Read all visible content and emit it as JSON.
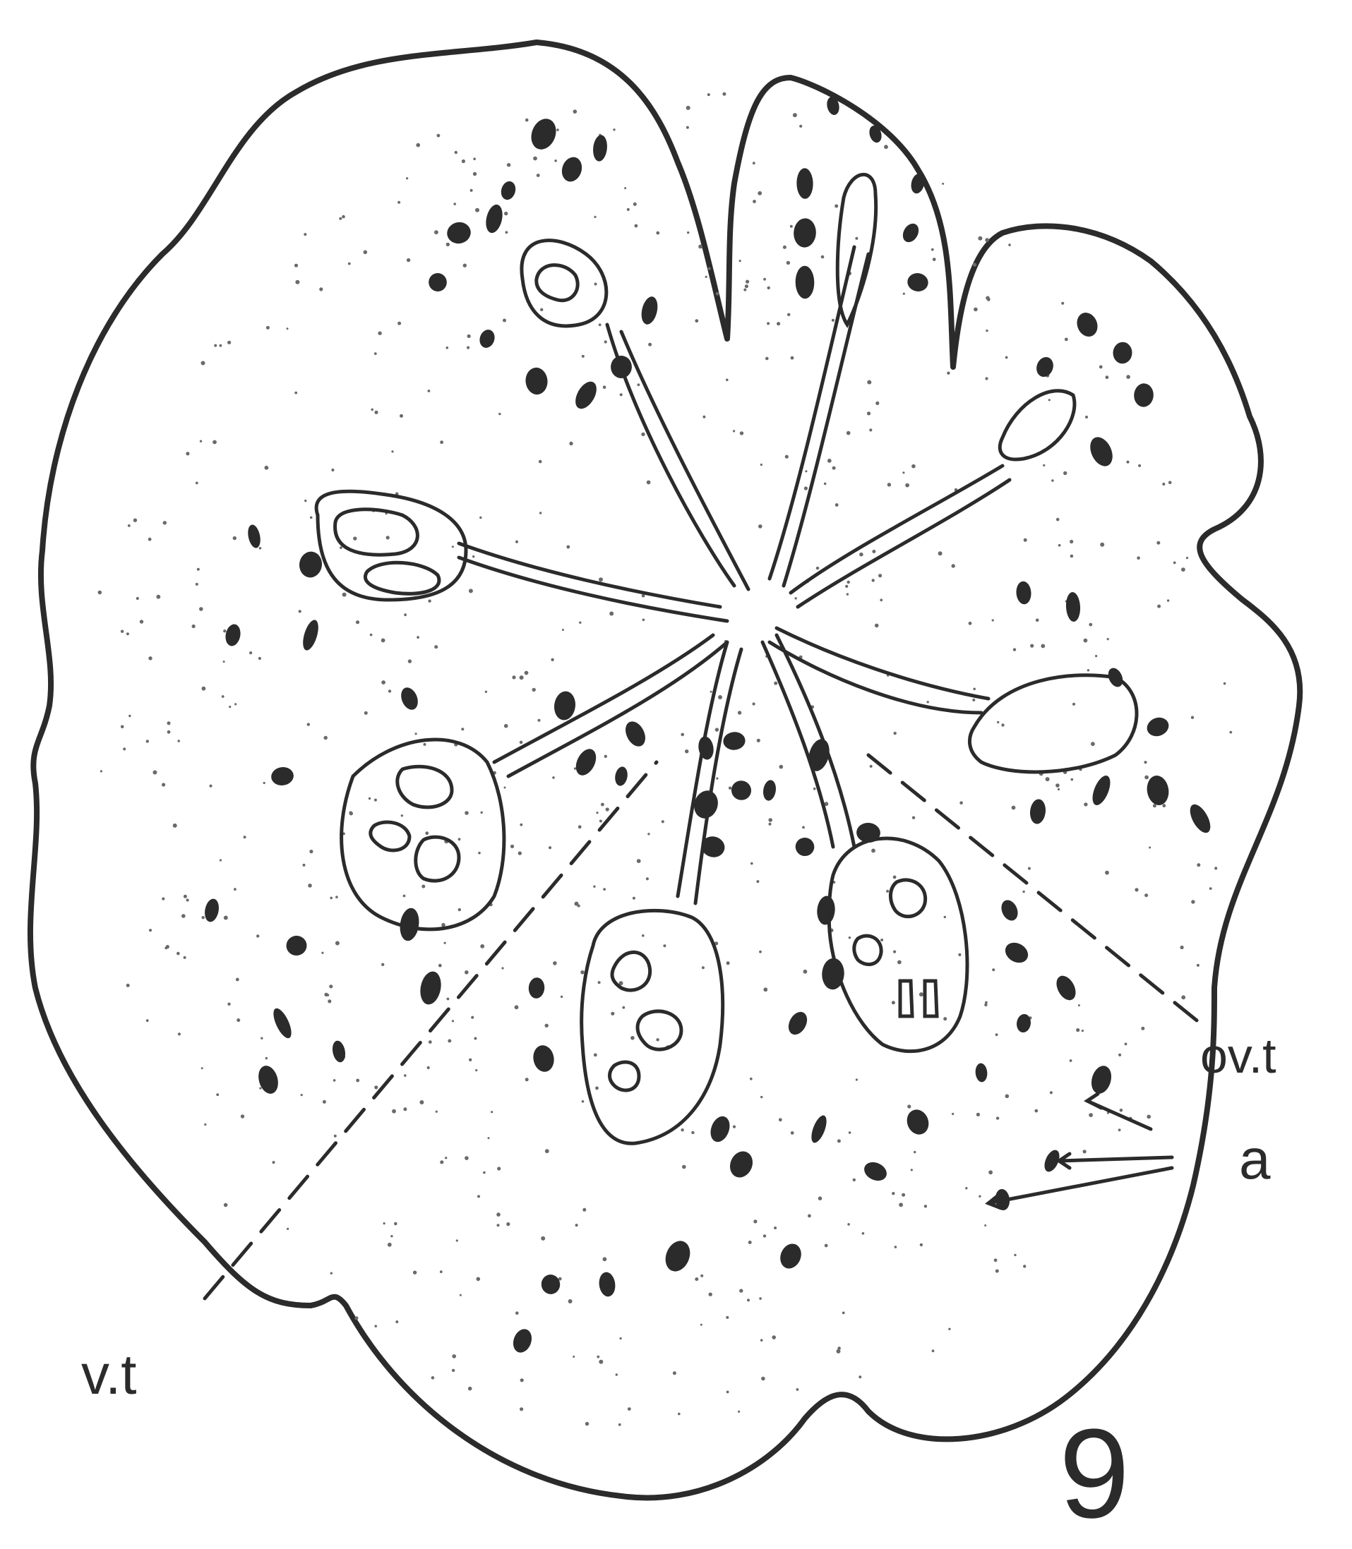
{
  "figure": {
    "number": "9",
    "labels": {
      "vt": "v.t",
      "ovt": "ov.t",
      "a": "a"
    },
    "colors": {
      "ink": "#2b2b2b",
      "paper": "#ffffff",
      "stipple": "#6a6a6a"
    }
  }
}
